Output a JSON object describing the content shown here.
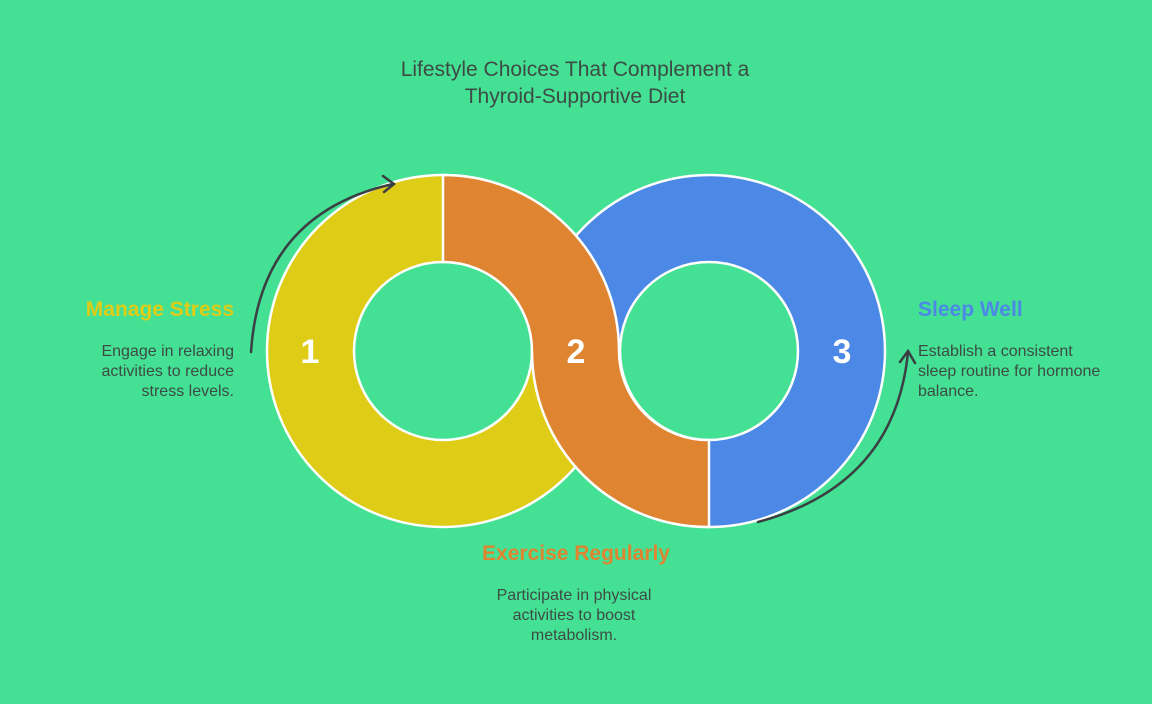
{
  "title": "Lifestyle Choices That Complement a Thyroid-Supportive Diet",
  "steps": [
    {
      "number": "1",
      "heading": "Manage Stress",
      "description": "Engage in relaxing activities to reduce stress levels.",
      "color": "#dfcc16"
    },
    {
      "number": "2",
      "heading": "Exercise Regularly",
      "description": "Participate in physical activities to boost metabolism.",
      "color": "#df8431"
    },
    {
      "number": "3",
      "heading": "Sleep Well",
      "description": "Establish a consistent sleep routine for hormone balance.",
      "color": "#4c88e6"
    }
  ]
}
